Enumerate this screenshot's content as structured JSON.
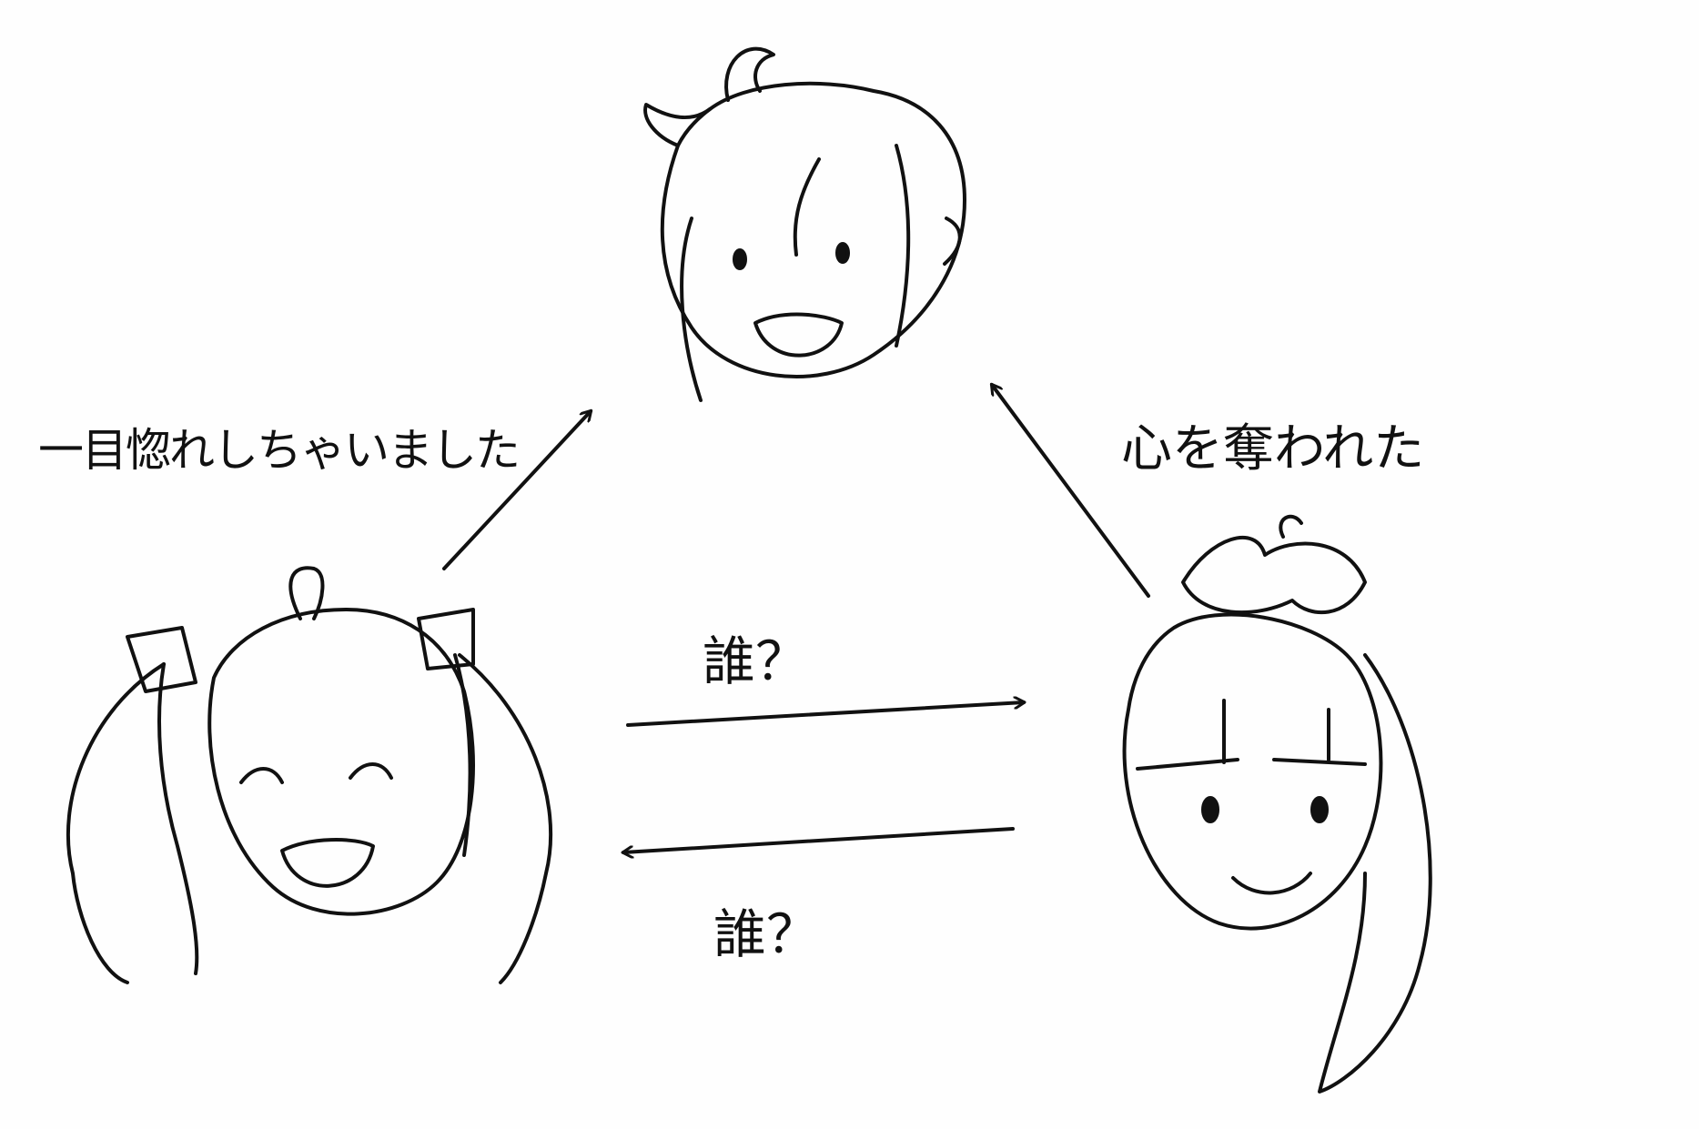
{
  "characters": [
    "top-character",
    "left-twintail-character",
    "right-ponytail-character"
  ],
  "labels": {
    "left_to_top": "一目惚れしちゃいました",
    "right_to_top": "心を奪われた",
    "left_to_right": "誰？",
    "right_to_left": "誰？"
  }
}
